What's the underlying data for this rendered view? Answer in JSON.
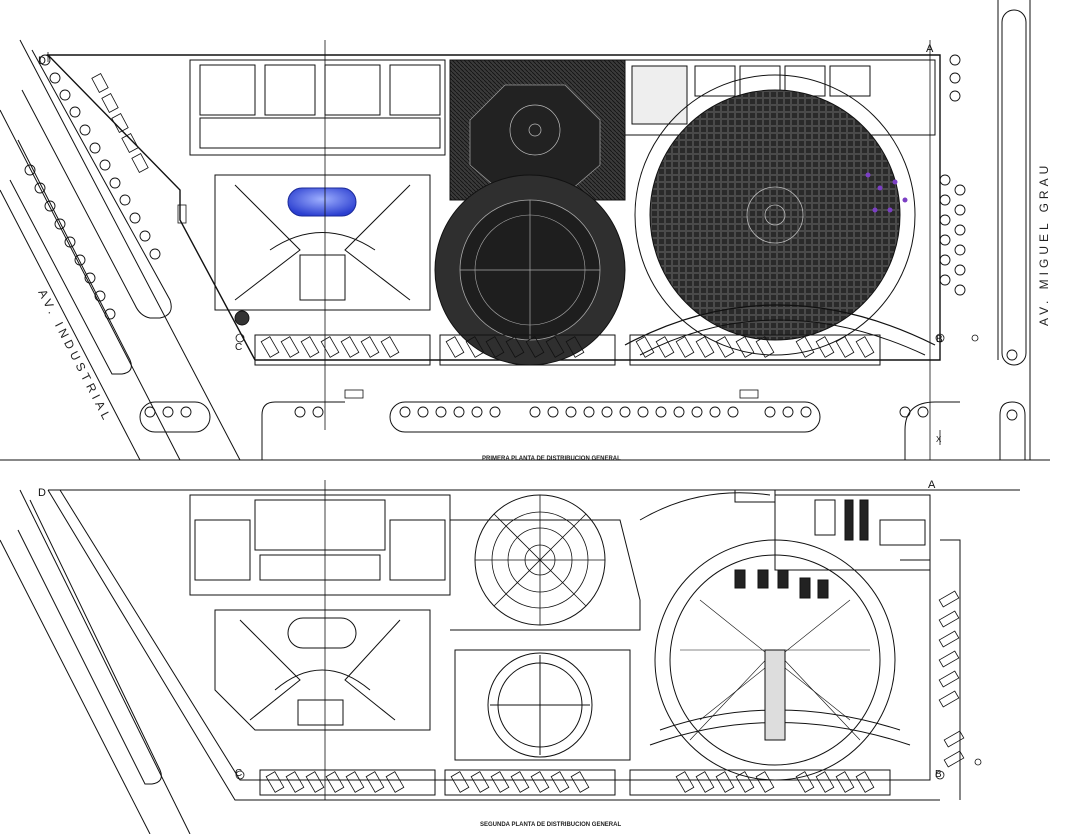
{
  "titles": {
    "first_floor": "PRIMERA PLANTA DE DISTRIBUCION GENERAL",
    "second_floor": "SEGUNDA PLANTA DE DISTRIBUCION GENERAL"
  },
  "streets": {
    "industrial": "AV. INDUSTRIAL",
    "miguel_grau": "AV. MIGUEL GRAU"
  },
  "grid_labels": {
    "a": "A",
    "b": "B",
    "c": "C",
    "d": "D",
    "x": "X"
  },
  "colors": {
    "line": "#111111",
    "dark_fill": "#2a2a2a",
    "highlight": "#3a4fd8",
    "accent": "#7b3fc4"
  }
}
